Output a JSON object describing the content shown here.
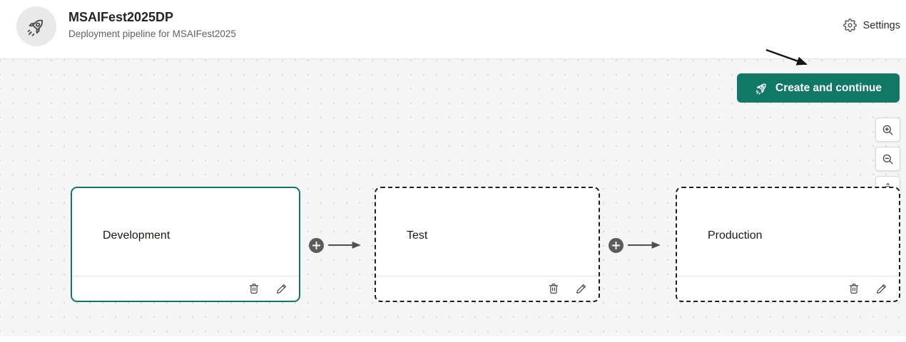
{
  "header": {
    "title": "MSAIFest2025DP",
    "subtitle": "Deployment pipeline for MSAIFest2025",
    "settings_label": "Settings",
    "avatar_icon": "rocket-icon"
  },
  "toolbar": {
    "create_button_label": "Create and continue",
    "create_button_icon": "rocket-icon"
  },
  "canvas": {
    "zoom_controls": [
      {
        "name": "zoom-in",
        "icon": "zoom-in-icon"
      },
      {
        "name": "zoom-out",
        "icon": "zoom-out-icon"
      },
      {
        "name": "fit-to-view",
        "icon": "fit-to-view-icon"
      }
    ],
    "stages": [
      {
        "name": "Development",
        "selected": true,
        "border": "solid-teal"
      },
      {
        "name": "Test",
        "selected": false,
        "border": "dashed"
      },
      {
        "name": "Production",
        "selected": false,
        "border": "dashed"
      }
    ],
    "stage_actions": [
      {
        "name": "delete",
        "icon": "trash-icon"
      },
      {
        "name": "edit",
        "icon": "pencil-icon"
      }
    ],
    "connector_icon": "add-stage-plus-icon"
  },
  "annotation": {
    "type": "arrow",
    "points_to": "create-and-continue-button"
  },
  "colors": {
    "accent_teal": "#117865",
    "canvas_bg": "#f5f5f5",
    "dot_grid": "#d9d9d9",
    "dashed_border": "#1f1f1f",
    "plus_circle": "#5c5c5c",
    "flow_arrow": "#4f4f4f",
    "annotation_arrow": "#141414"
  }
}
